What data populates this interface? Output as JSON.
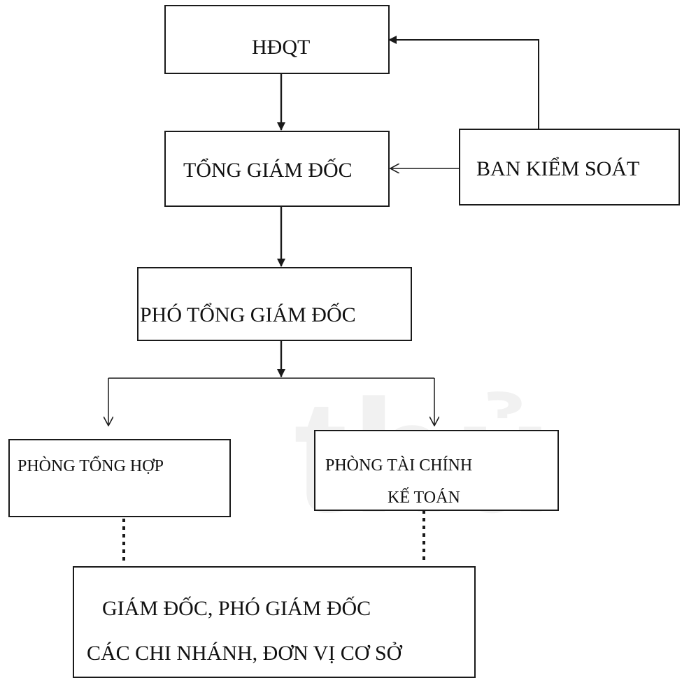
{
  "nodes": {
    "hdqt": "HĐQT",
    "tgd": "TỔNG GIÁM ĐỐC",
    "bks": "BAN KIỂM SOÁT",
    "ptgd": "PHÓ TỔNG GIÁM ĐỐC",
    "pth": "PHÒNG TỔNG HỢP",
    "ptckt_line1": "PHÒNG TÀI CHÍNH",
    "ptckt_line2": "KẾ TOÁN",
    "gd_line1": "GIÁM ĐỐC, PHÓ GIÁM ĐỐC",
    "gd_line2": "CÁC CHI NHÁNH, ĐƠN VỊ CƠ SỞ"
  }
}
